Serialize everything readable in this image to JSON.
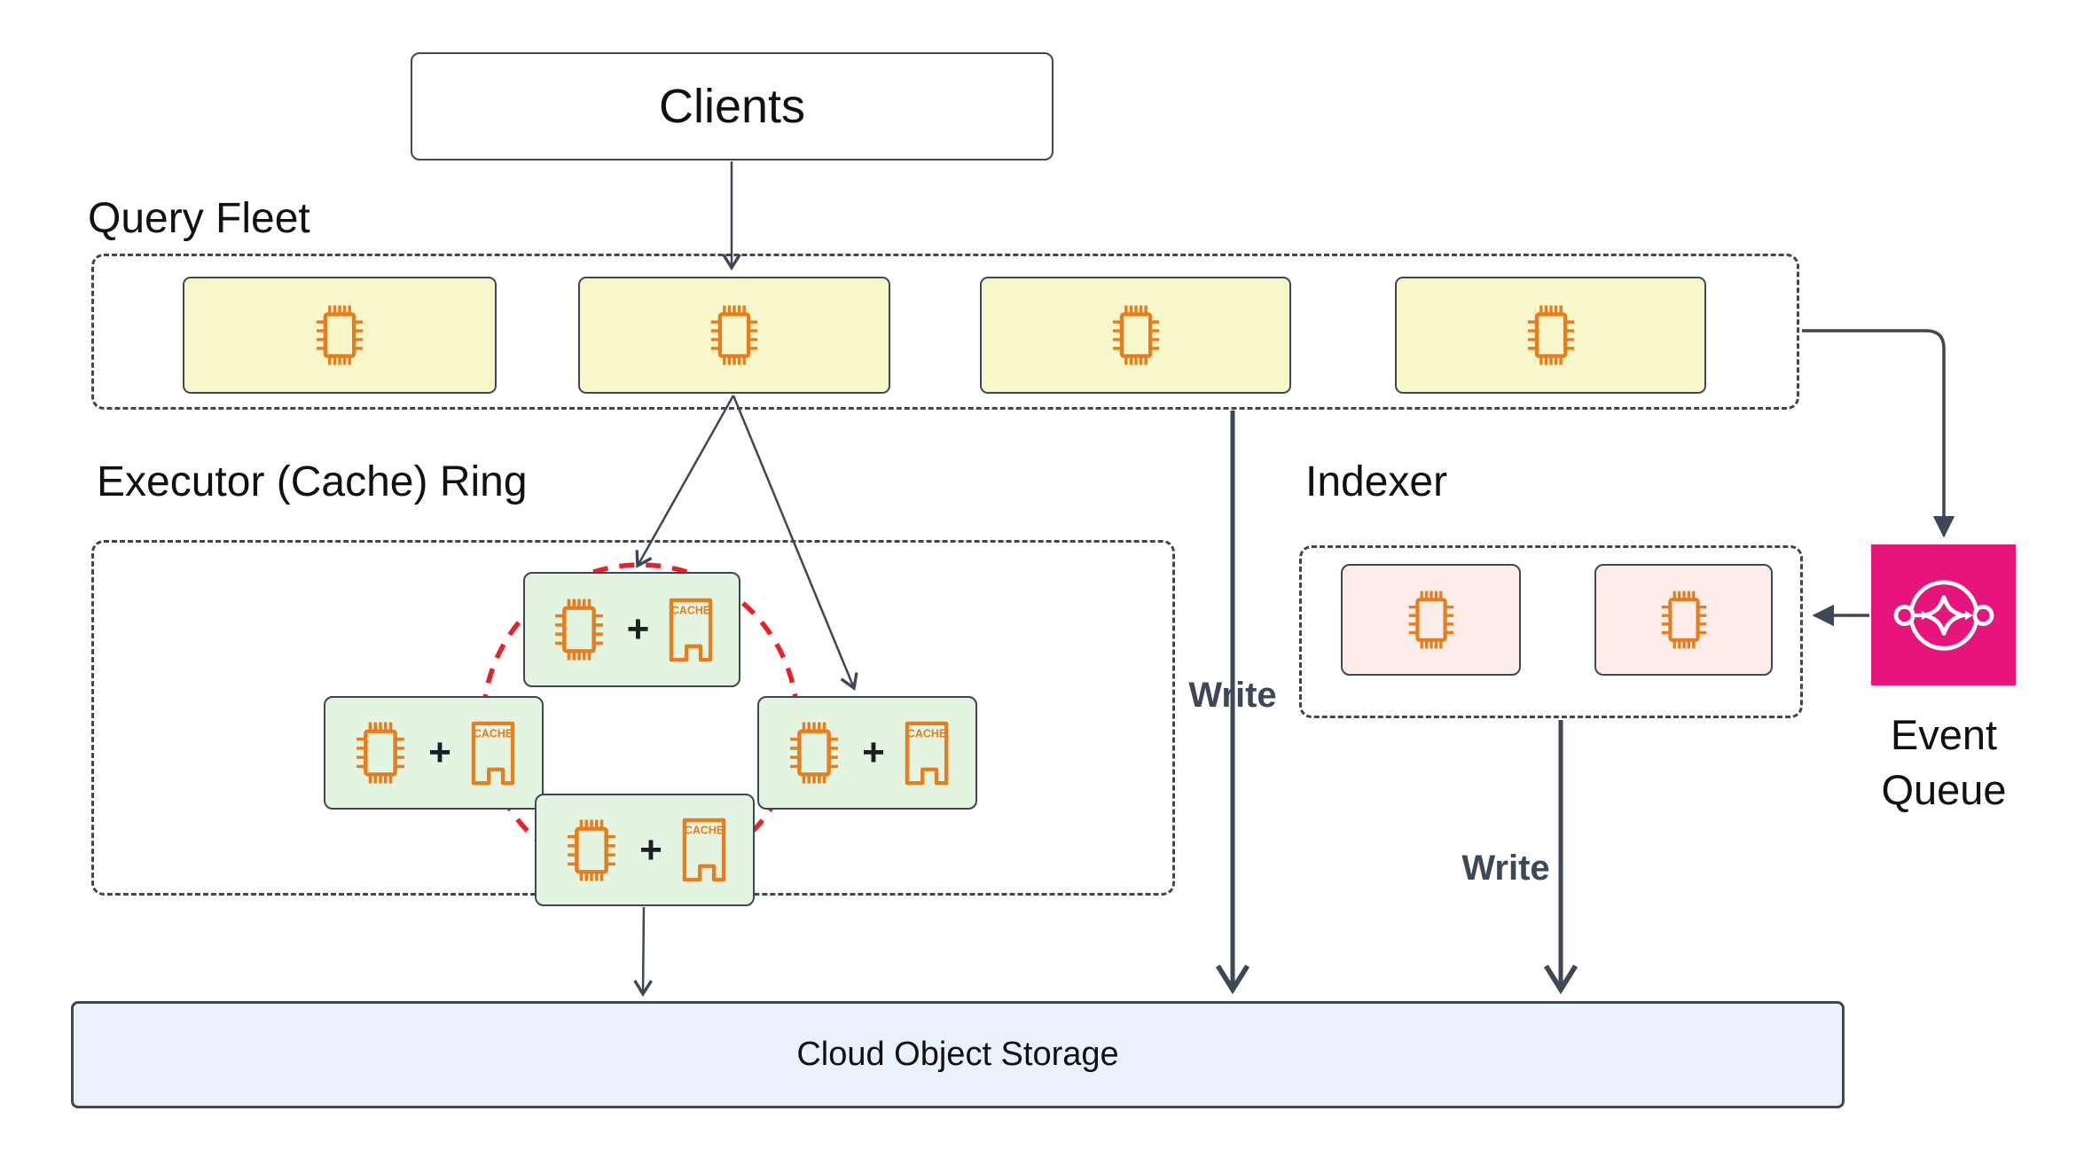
{
  "colors": {
    "line": "#3D4755",
    "text": "#111111",
    "yellow": "#F8F7C9",
    "green": "#E3F4E0",
    "pink": "#FCEDE9",
    "blue": "#EAF2FD",
    "magenta": "#E7157B",
    "orange": "#E87D1D",
    "red": "#E62129",
    "background": "#FFFFFF"
  },
  "nodes": {
    "clients": {
      "label": "Clients"
    },
    "query_fleet": {
      "title": "Query Fleet"
    },
    "executor_ring": {
      "title": "Executor (Cache) Ring",
      "plus": "+",
      "cache_label": "CACHE"
    },
    "indexer": {
      "title": "Indexer"
    },
    "event_queue": {
      "label": "Event Queue"
    },
    "storage": {
      "label": "Cloud Object Storage"
    }
  },
  "edges": {
    "fleet_write_label": "Write",
    "indexer_write_label": "Write"
  }
}
